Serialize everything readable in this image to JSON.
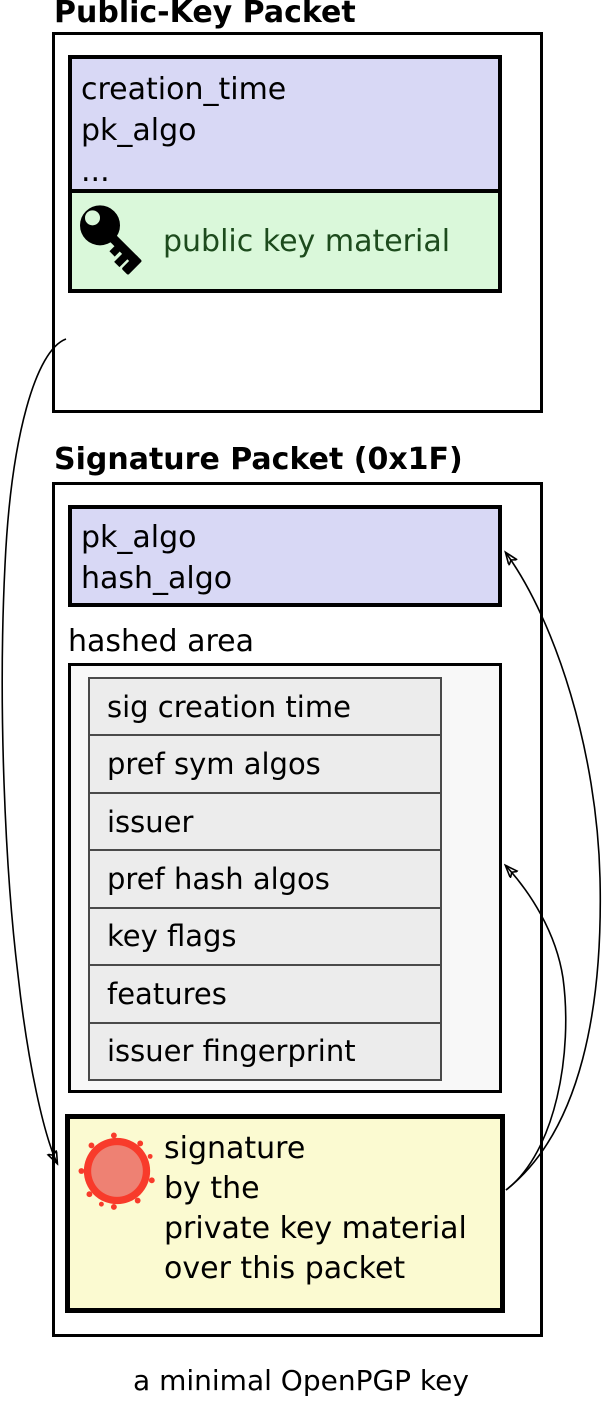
{
  "public_key_packet": {
    "title": "Public-Key Packet",
    "fields": [
      "creation_time",
      "pk_algo",
      "..."
    ],
    "material_label": "public key material"
  },
  "signature_packet": {
    "title": "Signature Packet (0x1F)",
    "fields": [
      "pk_algo",
      "hash_algo"
    ],
    "hashed_area_label": "hashed area",
    "subpackets": [
      "sig creation time",
      "pref sym algos",
      "issuer",
      "pref hash algos",
      "key flags",
      "features",
      "issuer fingerprint"
    ],
    "signature_text": [
      "signature",
      "by the",
      "private key material",
      "over this packet"
    ]
  },
  "caption": "a minimal OpenPGP key",
  "icons": {
    "key": "key-icon",
    "seal": "seal-icon"
  },
  "colors": {
    "header_fill": "#d8d8f5",
    "key_material_fill": "#daf8da",
    "key_material_text": "#1d4b1d",
    "hashed_area_fill": "#f8f8f8",
    "subpacket_fill": "#ececec",
    "signature_fill": "#fbfad1",
    "seal_red": "#f83b2b",
    "seal_inner": "#ee8173"
  }
}
